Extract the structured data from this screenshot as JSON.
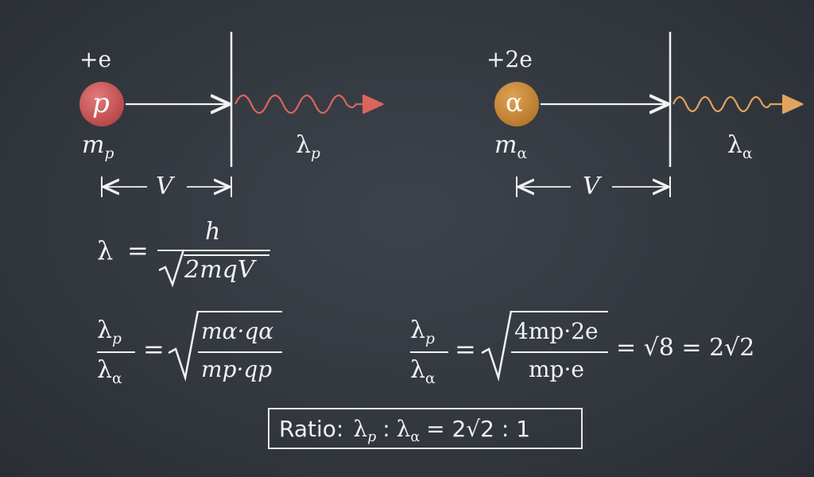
{
  "proton": {
    "charge": "+e",
    "symbol": "p",
    "mass": "m",
    "mass_sub": "p",
    "wavelength": "λ",
    "wavelength_sub": "p",
    "voltage": "V",
    "color": "#c8585a",
    "wave_color": "#d9655e"
  },
  "alpha": {
    "charge": "+2e",
    "symbol": "α",
    "mass": "m",
    "mass_sub": "α",
    "wavelength": "λ",
    "wavelength_sub": "α",
    "voltage": "V",
    "color": "#c98a3c",
    "wave_color": "#e2a35d"
  },
  "formula": {
    "lhs": "λ",
    "equals": "=",
    "numerator": "h",
    "denominator": "2mqV",
    "radical": "√"
  },
  "ratio_general": {
    "num_lambda": "λ",
    "num_sub": "p",
    "den_lambda": "λ",
    "den_sub": "α",
    "equals": "=",
    "inner_num": "mα·qα",
    "inner_den": "mp·qp"
  },
  "ratio_value": {
    "num_lambda": "λ",
    "num_sub": "p",
    "den_lambda": "λ",
    "den_sub": "α",
    "equals": "=",
    "inner_num": "4mp·2e",
    "inner_den": "mp·e",
    "result": "= √8 = 2√2"
  },
  "answer": {
    "label": "Ratio:",
    "lambda_p": "λ",
    "sub_p": "p",
    "colon": ":",
    "lambda_a": "λ",
    "sub_a": "α",
    "value": "= 2√2 : 1"
  }
}
